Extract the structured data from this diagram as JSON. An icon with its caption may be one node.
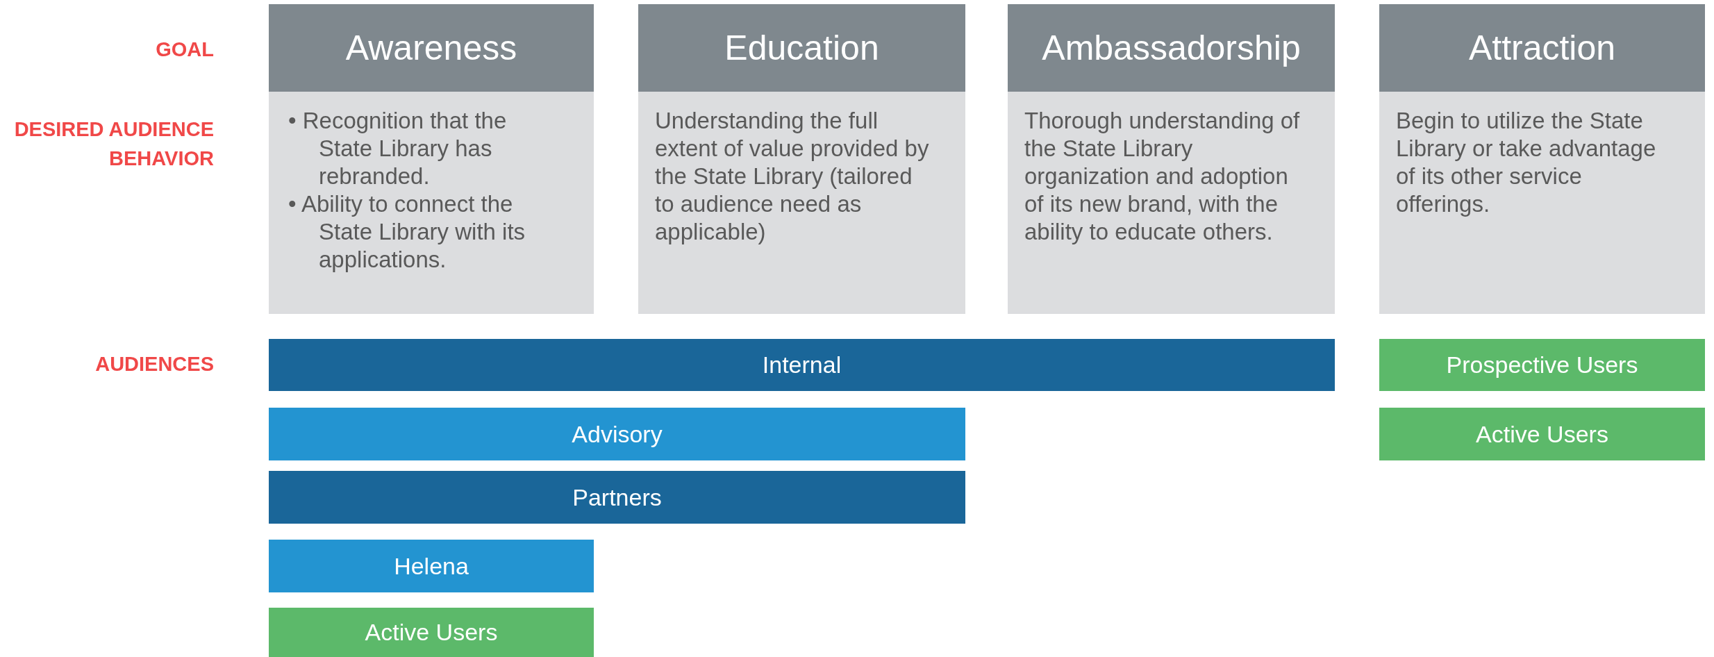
{
  "diagram": {
    "nodes": [
      {
        "text": [
          "Awareness",
          "• Recognition that the State Library has rebranded.",
          "• Ability to connect the State Library with its applications."
        ]
      },
      {
        "text": [
          "Education",
          "Understanding the full extent of value provided by the State Library (tailored to audience need as applicable)"
        ]
      },
      {
        "text": [
          "Ambassadorship",
          "Thorough understanding of the State Library organization and adoption of its new brand, with the ability to educate others."
        ]
      },
      {
        "text": [
          "Attraction",
          "Begin to utilize the State Library or take advantage of its other service offerings."
        ]
      },
      {
        "text": [
          "Internal"
        ]
      },
      {
        "text": [
          "Advisory"
        ]
      },
      {
        "text": [
          "Partners"
        ]
      },
      {
        "text": [
          "Helena"
        ]
      },
      {
        "text": [
          "Active Users"
        ]
      },
      {
        "text": [
          "Prospective Users"
        ]
      },
      {
        "text": [
          "Active Users"
        ]
      }
    ],
    "edges": [],
    "labels": [
      "GOAL",
      "DESIRED AUDIENCE BEHAVIOR",
      "AUDIENCES"
    ]
  }
}
